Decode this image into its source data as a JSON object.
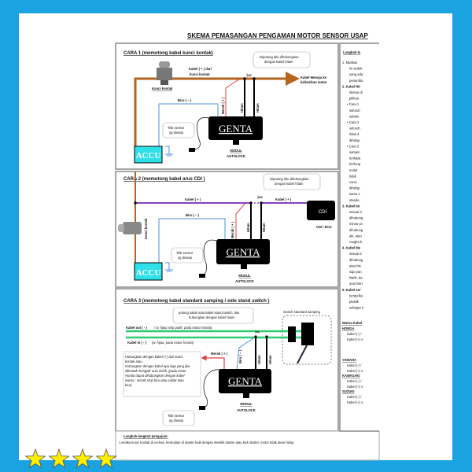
{
  "title": "SKEMA PEMASANGAN PENGAMAN MOTOR SENSOR USAP",
  "colors": {
    "frame": "#1aa3e0",
    "accu": "#2fe0e8",
    "orange": "#b5651d",
    "purple": "#8a3fbf",
    "green": "#2ecc71",
    "blue": "#4a90e2",
    "red": "#e04040",
    "star": "#ffee00"
  },
  "cara1": {
    "header": "CARA  1 (memotong kabel kunci kontak)",
    "callout": [
      "Dipotong lalu dihubungkan",
      "dengan kabel hitam"
    ],
    "kabel_plus": [
      "Kabel ( + ) dari",
      "kunci kontak"
    ],
    "kunci_kontak": "Kunci kontak",
    "to_motor": [
      "Kabel Menuju ke",
      "kelistrikan motor"
    ],
    "merah": "Merah ( + )",
    "hitam": "Hitam",
    "biru": "Biru ( – )",
    "sensor": [
      "Titik sensor",
      "yg diusap"
    ],
    "genta": "GENTA",
    "accu": "ACCU",
    "modul": [
      "MODUL",
      "AUTOLOCK"
    ]
  },
  "cara2": {
    "header": "CARA  2 (memotong kabel arus CDI )",
    "callout": [
      "Dipotong lalu dihubungkan",
      "dengan kabel hitam"
    ],
    "kabel_plus": "Kabel ( + )",
    "kunci_kontak": "Kunci kontak",
    "merah": "Merah ( + )",
    "hitam": "Hitam",
    "biru": "Biru ( – )",
    "sensor": [
      "Titik sensor",
      "yg diusap"
    ],
    "genta": "GENTA",
    "accu": "ACCU",
    "cdi": "CDI",
    "cdi_label": "CDI / ECU",
    "modul": [
      "MODUL",
      "AUTOLOCK"
    ]
  },
  "cara3": {
    "header": "CARA  3 (memotong kabel standard samping / side stand switch )",
    "callout": [
      "potong salah satu kabel stand switch, lalu",
      "hubungkan dengan kabel hitam"
    ],
    "switch_label": "Switch standard samping",
    "kabel_out": "Kabel out ( - )",
    "kabel_out_note": "/ w. hijau strip putih, pada motor honda)",
    "kabel_in": "Kabel in ( - )",
    "kabel_in_note": "(w. hijau, pada motor honda)",
    "merah": "Merah ( + )",
    "hitam": "Hitam",
    "biru": "Biru ( – )",
    "note": [
      "Hubungkan dengan kabel (+) dari kunci",
      "kontak  atau,",
      "Hubungkan dengan kabel apa saja yang jika",
      "dikontak mengalir arus listrik, (pada motor",
      "Honda dapat dihubungkan dengan kabel",
      "warna : merah strip biru atau coklat atau",
      "biru)"
    ],
    "sensor": [
      "Titik sensor",
      "yg diusap"
    ],
    "genta": "GENTA",
    "modul": [
      "MODUL",
      "AUTOLOCK"
    ]
  },
  "pengujian": {
    "header": "Langkah-langkah pengujian:",
    "step1": "1.Ketika kunci kontak di on-kan, kemudian di starter baik dengan elektrik starter atau kick starter, motor tidak akan hidup"
  },
  "side": {
    "header": "Langkah-la",
    "lines": [
      "1. Matikan",
      "ini sedek",
      "yang ada",
      "penamba",
      "2. Kabel Hit",
      "skema di",
      "pilihan :",
      "• Cara 1",
      "seluruh",
      "sebelu",
      "• Cara 2",
      "seluruh",
      "tidak d",
      "dihidup",
      "• Cara 3",
      "sampin",
      "terdapa",
      "berfung",
      "motor",
      "tidak",
      "cara i",
      "dihidup",
      "sama s",
      "standa",
      "3. Kabel bir",
      "sesuai d",
      "dihubung",
      "minus ya",
      "dihubung",
      "aki, atau",
      "rangka b",
      "4. Kabel Me",
      "sesuai d",
      "dihubung",
      "atau bis",
      "saja yan",
      "listrik, da",
      "arus listri",
      "5. Kabel ser",
      "tempelka",
      "plastik",
      "sebagai ti"
    ],
    "warna_header": "Warna Kabel",
    "brands": [
      {
        "name": "HONDA",
        "lines": [
          "Kabel (-) /",
          "Kabel (+) s"
        ]
      },
      {
        "name": "YAMAHA",
        "lines": [
          "Kabel (-) /",
          "Kabel (+) s"
        ]
      },
      {
        "name": "KAWASAKI",
        "lines": [
          "Kabel (-) /",
          "Kabel (+) s"
        ]
      },
      {
        "name": "SUZUKI",
        "lines": [
          "Kabel (-) /",
          "Kabel (+) s"
        ]
      }
    ]
  },
  "rating": {
    "stars": 4
  }
}
